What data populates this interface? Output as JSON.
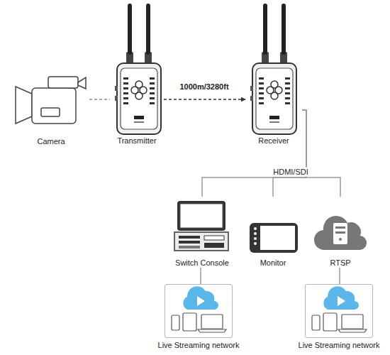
{
  "diagram": {
    "nodes": [
      {
        "text": [
          "Camera"
        ]
      },
      {
        "text": [
          "Transmitter"
        ]
      },
      {
        "text": [
          "Receiver"
        ]
      },
      {
        "text": [
          "Switch Console"
        ]
      },
      {
        "text": [
          "Monitor"
        ]
      },
      {
        "text": [
          "RTSP"
        ]
      },
      {
        "text": [
          "Live Streaming network"
        ]
      },
      {
        "text": [
          "Live Streaming network"
        ]
      }
    ],
    "edges": [
      {
        "from": 0,
        "to": 1,
        "arrow": "none"
      },
      {
        "from": 1,
        "to": 2,
        "label": "1000m/3280ft",
        "arrow": "to"
      },
      {
        "from": 2,
        "to": 3,
        "label": "HDMI/SDI",
        "arrow": "none"
      },
      {
        "from": 2,
        "to": 4,
        "arrow": "none"
      },
      {
        "from": 2,
        "to": 5,
        "arrow": "none"
      },
      {
        "from": 3,
        "to": 6,
        "arrow": "none"
      },
      {
        "from": 5,
        "to": 7,
        "arrow": "none"
      }
    ]
  }
}
